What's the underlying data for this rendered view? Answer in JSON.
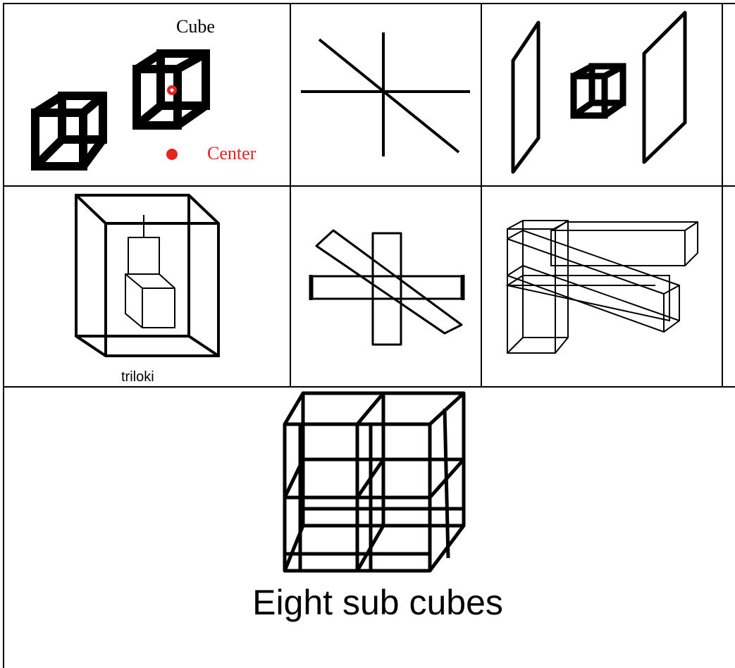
{
  "cells": {
    "cube_center": {
      "cube_label": "Cube",
      "center_label": "Center",
      "label_color": "#000000",
      "center_color": "#e8231f"
    },
    "triloki": {
      "caption": "triloki"
    },
    "eight_sub_cubes": {
      "caption": "Eight sub cubes"
    }
  },
  "colors": {
    "ink": "#000000",
    "background": "#ffffff"
  }
}
